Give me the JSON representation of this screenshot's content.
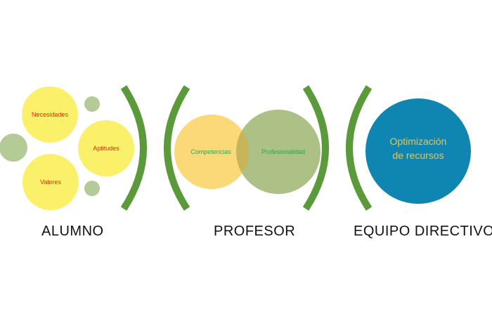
{
  "colors": {
    "yellow": "#FBF06A",
    "light_orange": "#FCD978",
    "olive": "#A9BD80",
    "small_green": "#B5CB97",
    "bracket_green": "#5B9A3A",
    "blue": "#0E86B1",
    "red_text": "#E02A1E",
    "green_text": "#2FA548",
    "gold_text": "#F2C14A"
  },
  "alumno": {
    "label": "ALUMNO",
    "items": [
      "Necesidades",
      "Aptitudes",
      "Valores"
    ]
  },
  "profesor": {
    "label": "PROFESOR",
    "items": [
      "Competencias",
      "Profesionalidad"
    ]
  },
  "equipo": {
    "label": "EQUIPO DIRECTIVO",
    "line1": "Optimización",
    "line2": "de recursos"
  }
}
